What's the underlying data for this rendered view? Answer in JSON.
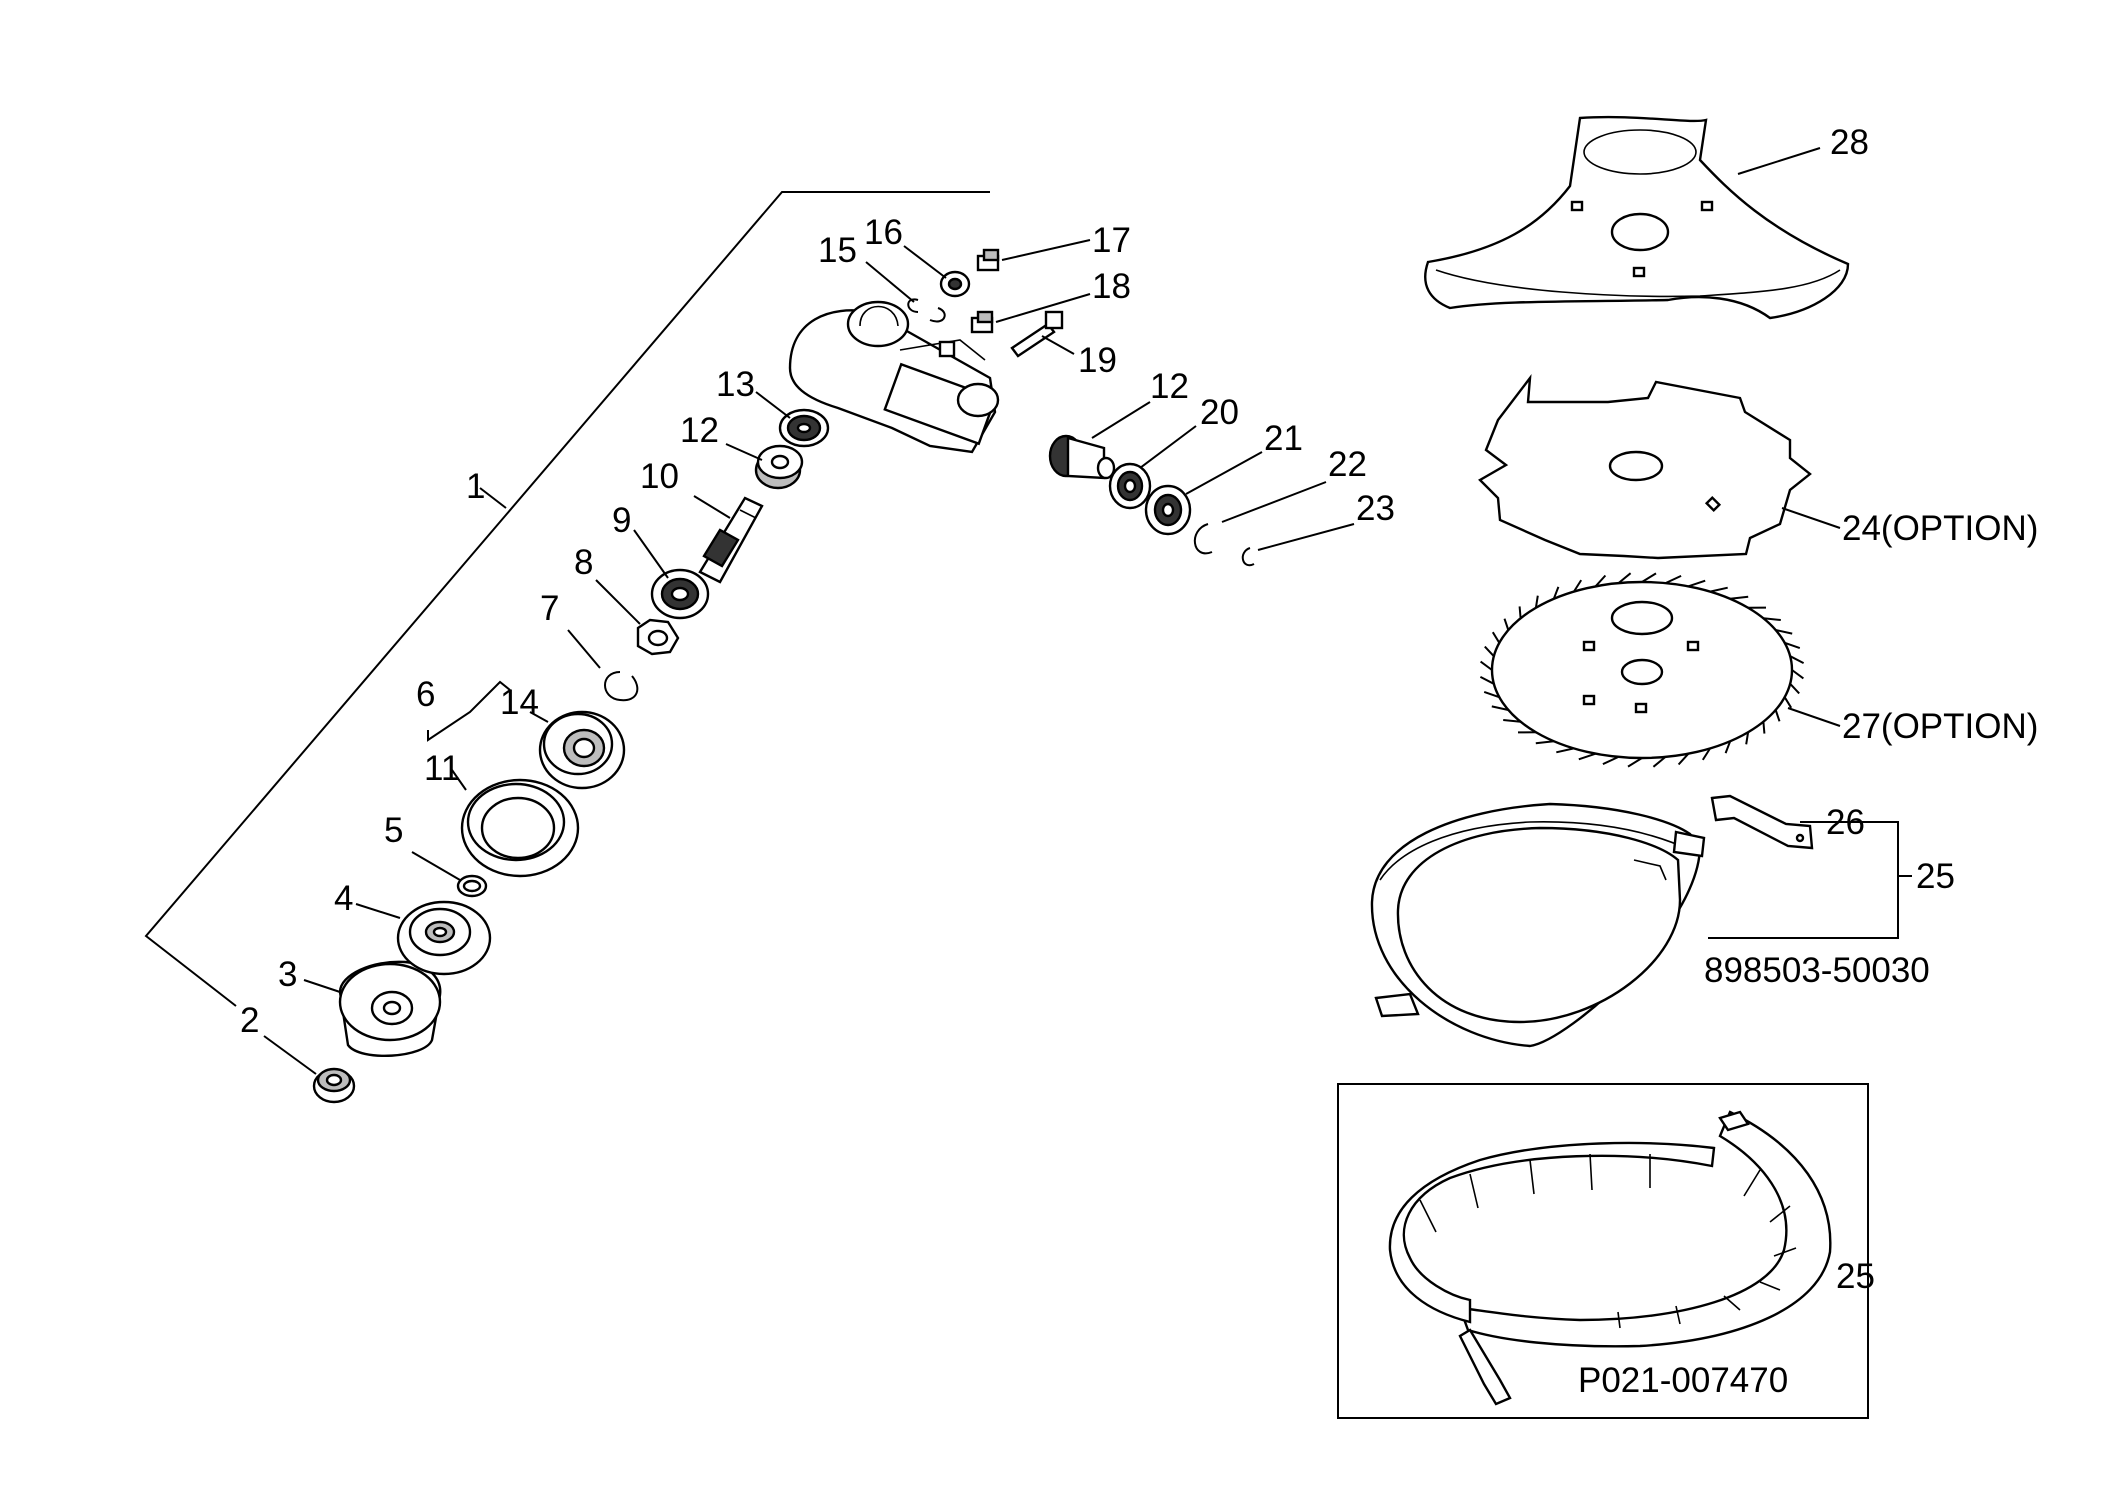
{
  "callouts": {
    "c1": "1",
    "c2": "2",
    "c3": "3",
    "c4": "4",
    "c5": "5",
    "c6": "6",
    "c7": "7",
    "c8": "8",
    "c9": "9",
    "c10": "10",
    "c11": "11",
    "c12a": "12",
    "c12b": "12",
    "c13": "13",
    "c14": "14",
    "c15": "15",
    "c16": "16",
    "c17": "17",
    "c18": "18",
    "c19": "19",
    "c20": "20",
    "c21": "21",
    "c22": "22",
    "c23": "23",
    "c24": "24(OPTION)",
    "c25a": "25",
    "c25b": "25",
    "c26": "26",
    "c27": "27(OPTION)",
    "c28": "28"
  },
  "part_numbers": {
    "guard_kit": "898503-50030",
    "guard_alt": "P021-007470"
  }
}
